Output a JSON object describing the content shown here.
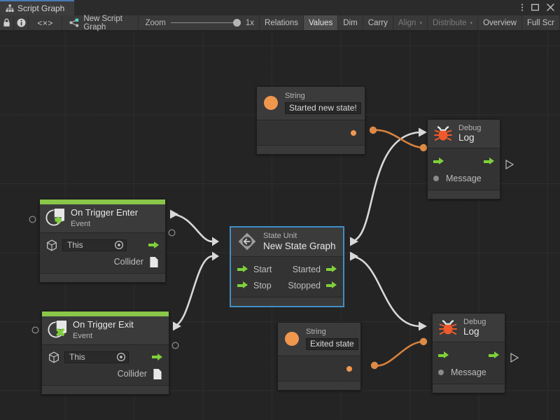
{
  "window": {
    "tab_label": "Script Graph",
    "tab_icon": "script-graph-icon",
    "controls": [
      "kebab-menu-icon",
      "maximize-icon",
      "close-icon"
    ],
    "accent_color": "#4a79b8"
  },
  "toolbar": {
    "lock_icon": "lock-icon",
    "info_icon": "info-icon",
    "code_icon": "<×>",
    "graph_name": "New Script Graph",
    "graph_icon": "script-graph-node-icon",
    "zoom_label": "Zoom",
    "zoom_value": "1x",
    "zoom_slider_percent": 100,
    "buttons": [
      {
        "label": "Relations",
        "state": "normal"
      },
      {
        "label": "Values",
        "state": "active"
      },
      {
        "label": "Dim",
        "state": "normal"
      },
      {
        "label": "Carry",
        "state": "normal"
      },
      {
        "label": "Align",
        "state": "disabled",
        "caret": "▾"
      },
      {
        "label": "Distribute",
        "state": "disabled",
        "caret": "▾"
      },
      {
        "label": "Overview",
        "state": "normal"
      },
      {
        "label": "Full Scr",
        "state": "normal"
      }
    ]
  },
  "canvas": {
    "background_color": "#242424",
    "grid_line_color": "#2e2e2e",
    "selection_color": "#3f8ec4",
    "flow_wire_color": "#d8d8d8",
    "value_wire_color": "#d9823c"
  },
  "nodes": {
    "string_top": {
      "title": "String",
      "value": "Started new state!",
      "icon": "string-value-icon",
      "port_color": "#f0974e"
    },
    "string_bottom": {
      "title": "String",
      "value": "Exited state",
      "icon": "string-value-icon",
      "port_color": "#f0974e"
    },
    "debug_top": {
      "title_small": "Debug",
      "title_big": "Log",
      "icon": "bug-icon",
      "message_label": "Message"
    },
    "debug_bottom": {
      "title_small": "Debug",
      "title_big": "Log",
      "icon": "bug-icon",
      "message_label": "Message"
    },
    "trigger_enter": {
      "title_big": "On Trigger Enter",
      "title_small": "Event",
      "icon": "collider-enter-icon",
      "accent_color": "#89c64a",
      "target_icon": "gameobject-cube-icon",
      "target_value": "This",
      "picker_icon": "object-picker-icon",
      "collider_label": "Collider",
      "collider_icon": "collider-value-icon"
    },
    "trigger_exit": {
      "title_big": "On Trigger Exit",
      "title_small": "Event",
      "icon": "collider-exit-icon",
      "accent_color": "#89c64a",
      "target_icon": "gameobject-cube-icon",
      "target_value": "This",
      "picker_icon": "object-picker-icon",
      "collider_label": "Collider",
      "collider_icon": "collider-value-icon"
    },
    "state_unit": {
      "title_small": "State Unit",
      "title_big": "New  State  Graph",
      "icon": "state-unit-icon",
      "selected": true,
      "input_start": "Start",
      "input_stop": "Stop",
      "output_started": "Started",
      "output_stopped": "Stopped"
    }
  }
}
